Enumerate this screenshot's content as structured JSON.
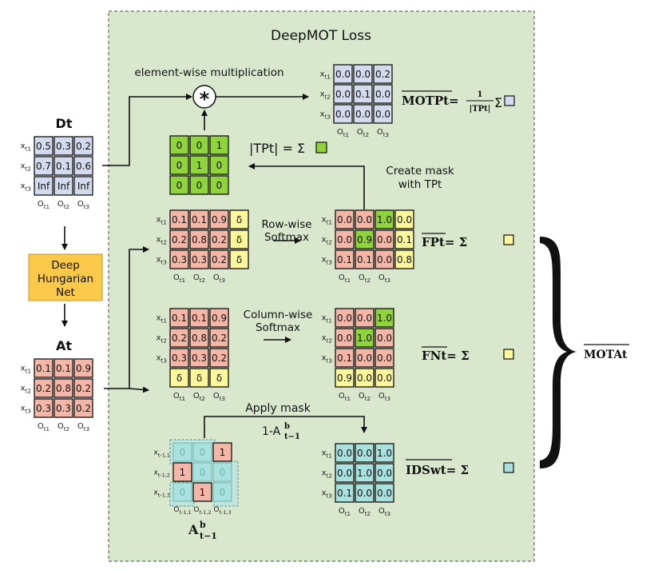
{
  "title": "DeepMOT Loss",
  "colors": {
    "background": "#d9e8cc",
    "blue_cell": "#d5dbee",
    "red_cell": "#f4b6a6",
    "green_cell": "#8fd43b",
    "yellow_cell": "#fbf79a",
    "cyan_cell": "#a9e1df",
    "orange_box": "#fbc94a"
  },
  "labels": {
    "dt": "Dt",
    "at": "At",
    "deep_hungarian": [
      "Deep",
      "Hungarian",
      "Net"
    ],
    "elementwise": "element-wise multiplication",
    "star": "*",
    "tp_formula": "|TPt| = Σ",
    "create_mask": [
      "Create mask",
      "with TPt"
    ],
    "row_softmax": [
      "Row-wise",
      "Softmax"
    ],
    "col_softmax": [
      "Column-wise",
      "Softmax"
    ],
    "apply_mask": "Apply mask",
    "one_minus": "1-A",
    "a_prev": "A",
    "a_prev_sub": "t−1",
    "a_prev_sup": "b",
    "delta": "δ"
  },
  "formulas": {
    "motp": "MOTPt=",
    "motp_frac_top": "1",
    "motp_frac_bottom": "|TPt|",
    "fp": "FPt= Σ",
    "fn": "FNt= Σ",
    "idsw": "IDSwt= Σ",
    "mota": "MOTAt"
  },
  "row_labels": [
    "xt1",
    "xt2",
    "xt3"
  ],
  "col_labels": [
    "Ot1",
    "Ot2",
    "Ot3"
  ],
  "prev_row_labels": [
    "xt-1,1",
    "xt-1,2",
    "xt-1,3"
  ],
  "prev_col_labels": [
    "Ot-1,1",
    "Ot-1,2",
    "Ot-1,3"
  ],
  "matrices": {
    "dt": [
      [
        "0.5",
        "0.3",
        "0.2"
      ],
      [
        "0.7",
        "0.1",
        "0.6"
      ],
      [
        "Inf",
        "Inf",
        "Inf"
      ]
    ],
    "at": [
      [
        "0.1",
        "0.1",
        "0.9"
      ],
      [
        "0.2",
        "0.8",
        "0.2"
      ],
      [
        "0.3",
        "0.3",
        "0.2"
      ]
    ],
    "tp_mask": [
      [
        "0",
        "0",
        "1"
      ],
      [
        "0",
        "1",
        "0"
      ],
      [
        "0",
        "0",
        "0"
      ]
    ],
    "motp_out": [
      [
        "0.0",
        "0.0",
        "0.2"
      ],
      [
        "0.0",
        "0.1",
        "0.0"
      ],
      [
        "0.0",
        "0.0",
        "0.0"
      ]
    ],
    "row_softmax_out": [
      [
        "0.0",
        "0.0",
        "1.0",
        "0.0"
      ],
      [
        "0.0",
        "0.9",
        "0.0",
        "0.1"
      ],
      [
        "0.1",
        "0.1",
        "0.0",
        "0.8"
      ]
    ],
    "col_softmax_out": [
      [
        "0.0",
        "0.0",
        "1.0"
      ],
      [
        "0.0",
        "1.0",
        "0.0"
      ],
      [
        "0.1",
        "0.0",
        "0.0"
      ],
      [
        "0.9",
        "0.0",
        "0.0"
      ]
    ],
    "a_prev": [
      [
        "0",
        "0",
        "1"
      ],
      [
        "1",
        "0",
        "0"
      ],
      [
        "0",
        "1",
        "0"
      ]
    ],
    "idsw_out": [
      [
        "0.0",
        "0.0",
        "1.0"
      ],
      [
        "0.0",
        "1.0",
        "0.0"
      ],
      [
        "0.1",
        "0.0",
        "0.0"
      ]
    ]
  }
}
